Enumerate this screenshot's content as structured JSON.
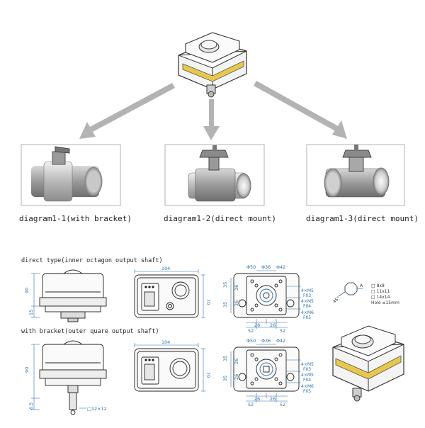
{
  "captions": {
    "d1": "diagram1-1(with bracket)",
    "d2": "diagram1-2(direct mount)",
    "d3": "diagram1-3(direct mount)"
  },
  "rows": {
    "direct": "direct type(inner octagon output shaft)",
    "bracket": "with bracket(outer quare output shaft)"
  },
  "dims": {
    "width104": "104",
    "depth70": "70",
    "height90": "90",
    "h15": "15",
    "h65": "6.5",
    "phi50": "Φ50",
    "phi36": "Φ36",
    "phi42": "Φ42",
    "v35": "35",
    "v26": "26",
    "h26": "26",
    "h52": "52",
    "m5f03": "4×M5",
    "f03": "F03",
    "m5f04": "4×M5",
    "f04": "F04",
    "m6f05": "4×M6",
    "f05": "F05",
    "sq": "□12×12",
    "a": "A",
    "s45": "45°"
  },
  "shaft_sizes": [
    "□  8x8",
    "□  11x11",
    "□  14x14",
    "Hole ≤15mm"
  ],
  "colors": {
    "band": "#e8c84a",
    "dim": "#2a6fb0",
    "arrow": "#b3b3b3",
    "frame": "#bdbdbd"
  }
}
